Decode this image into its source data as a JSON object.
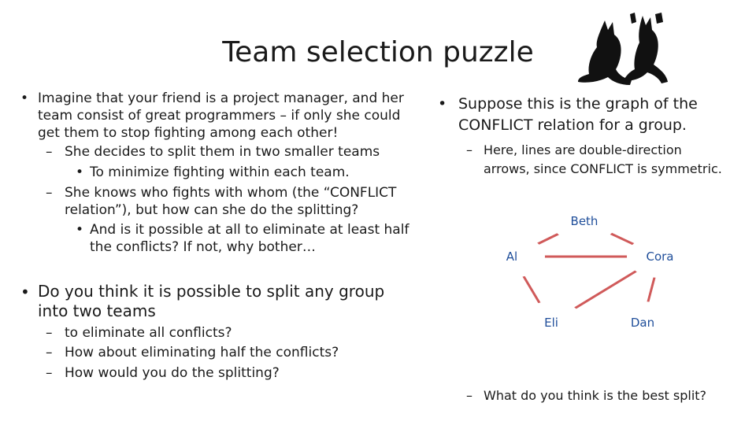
{
  "title": "Team selection puzzle",
  "left": {
    "b1": "Imagine that your friend is a project manager, and her",
    "b1_l2": "team consist of great programmers – if only she could",
    "b1_l3": "get them to stop fighting among each other!",
    "s1": "She decides to split them in two smaller teams",
    "ss1": "To minimize fighting within each team.",
    "s2": "She knows who fights with whom (the “CONFLICT",
    "s2_l2": "relation”), but how can she do the splitting?",
    "ss2": "And is it possible at all to eliminate at least half",
    "ss2_l2": "the conflicts? If not, why bother…",
    "b2": "Do you think it is possible to split any group",
    "b2_l2": "into two teams",
    "q1": "to eliminate all conflicts?",
    "q2": "How about eliminating half the conflicts?",
    "q3": "How would you do the splitting?"
  },
  "right": {
    "b1": "Suppose this is the graph of the",
    "b1_l2": "CONFLICT relation for a group.",
    "s1": "Here, lines are double-direction",
    "s1_l2": "arrows, since CONFLICT is symmetric.",
    "s2": "What do you think is the best split?"
  },
  "graph": {
    "nodes": {
      "beth": "Beth",
      "al": "Al",
      "cora": "Cora",
      "eli": "Eli",
      "dan": "Dan"
    },
    "edge_color": "#d05a5a",
    "label_color": "#1f4e9a"
  },
  "icons": {
    "cats": "silhouette-cats-icon"
  }
}
